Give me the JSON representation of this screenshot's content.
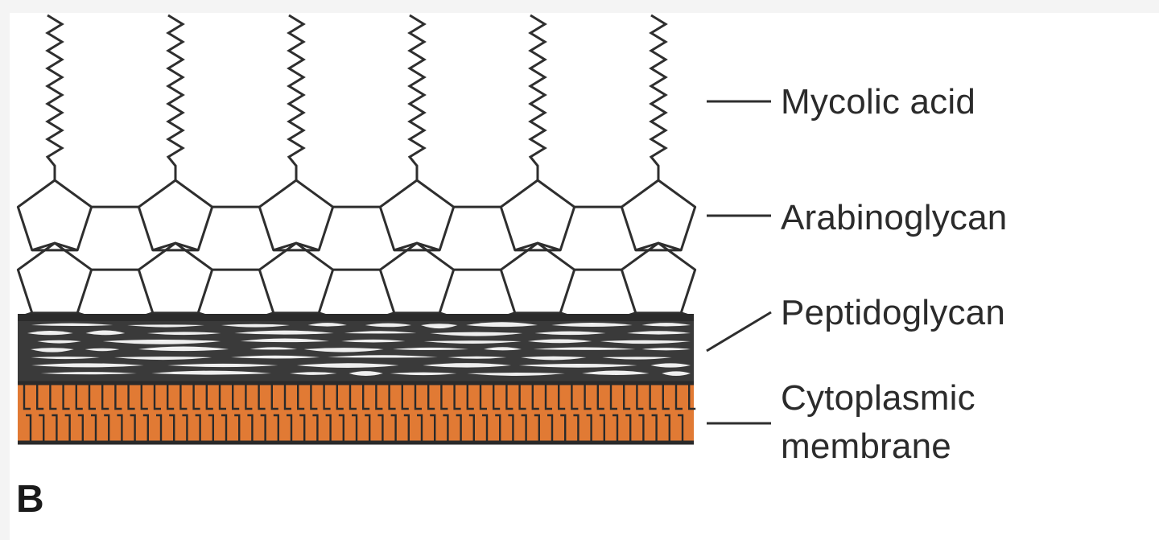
{
  "figure": {
    "panel_letter": "B",
    "labels": {
      "mycolic_acid": "Mycolic acid",
      "arabinoglycan": "Arabinoglycan",
      "peptidoglycan": "Peptidoglycan",
      "cytoplasmic_membrane_line1": "Cytoplasmic",
      "cytoplasmic_membrane_line2": "membrane"
    },
    "colors": {
      "membrane_fill": "#e17a34",
      "membrane_line": "#2a2a2a",
      "peptidoglycan_dark": "#3a3a3a",
      "stroke": "#2e2e2e",
      "background": "#ffffff",
      "frame": "#f4f4f4"
    }
  }
}
